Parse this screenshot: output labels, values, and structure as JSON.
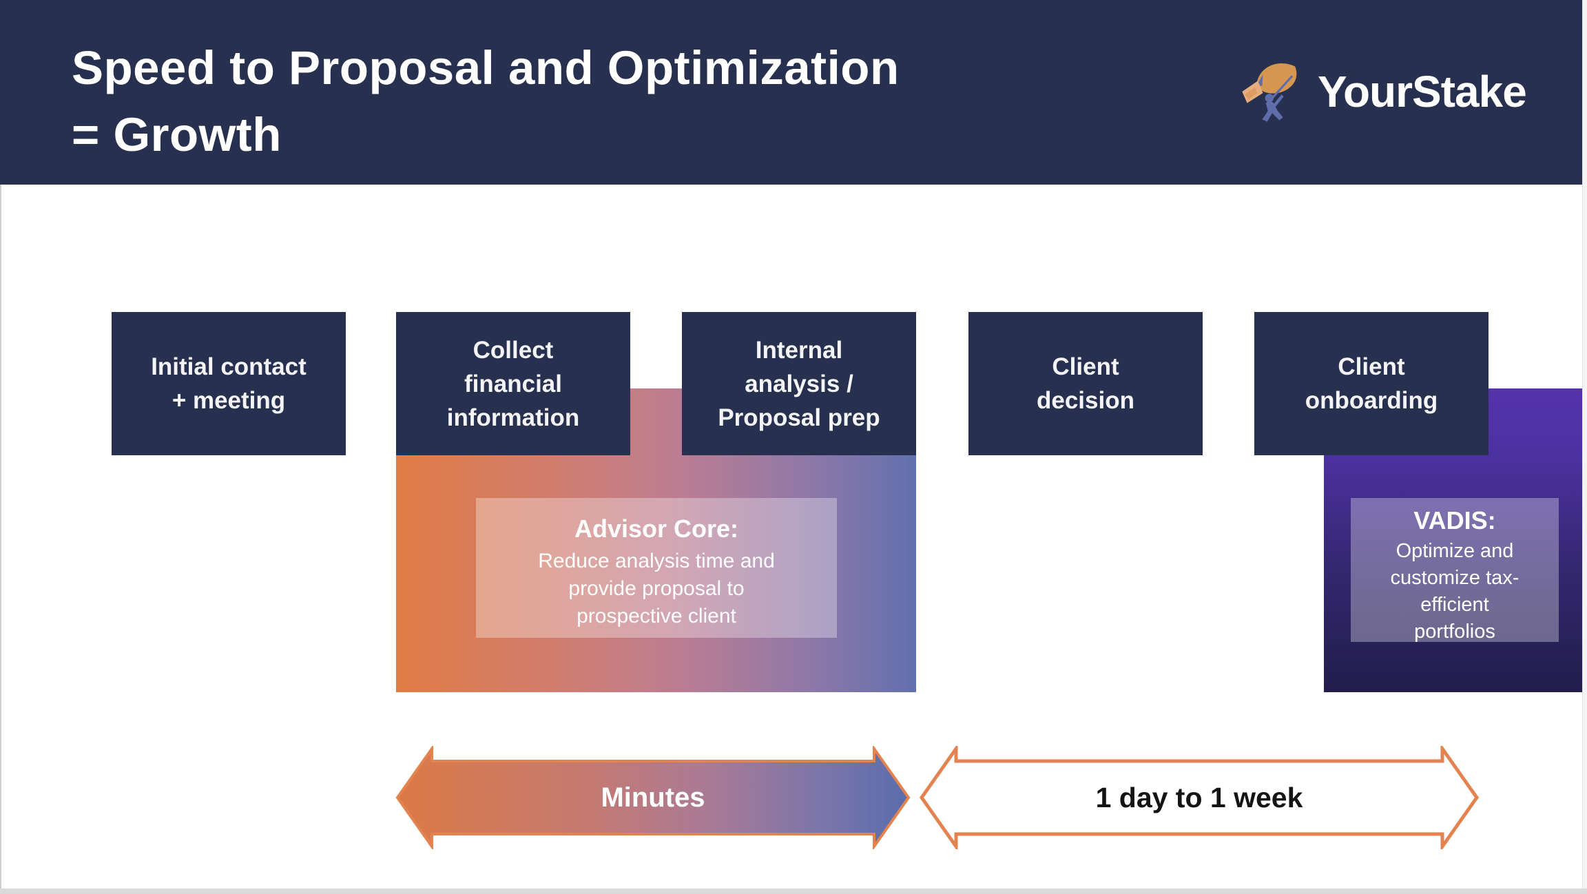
{
  "header": {
    "title": "Speed to Proposal and Optimization\n= Growth",
    "logo_text": "YourStake"
  },
  "steps": [
    {
      "label": "Initial contact\n+ meeting"
    },
    {
      "label": "Collect\nfinancial\ninformation"
    },
    {
      "label": "Internal\nanalysis /\nProposal prep"
    },
    {
      "label": "Client\ndecision"
    },
    {
      "label": "Client\nonboarding"
    }
  ],
  "advisor_core": {
    "heading": "Advisor Core:",
    "body": "Reduce analysis time and\nprovide proposal to\nprospective client"
  },
  "vadis": {
    "heading": "VADIS:",
    "body": "Optimize and\ncustomize tax-\nefficient\nportfolios"
  },
  "timeline": {
    "fast_label": "Minutes",
    "slow_label": "1 day to 1 week"
  },
  "colors": {
    "navy": "#27304e",
    "gradient_orange": "#e07b44",
    "gradient_mauve": "#bb7d93",
    "gradient_blue": "#6170ae",
    "vadis_purple_top": "#5533ab",
    "vadis_purple_bottom": "#221d4b",
    "arrow_outline": "#e28350"
  }
}
